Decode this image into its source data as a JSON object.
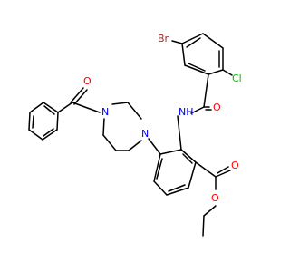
{
  "colors": {
    "bond": "#000000",
    "oxygen": "#ff0000",
    "nitrogen": "#0000ff",
    "chlorine": "#00c000",
    "bromine": "#a52a2a"
  },
  "atom_labels": {
    "br": "Br",
    "cl": "Cl",
    "amide_nh": "NH",
    "amide_o": "O",
    "benzoyl_o": "O",
    "piperazine_n1": "N",
    "piperazine_n4": "N",
    "ester_o_carbonyl": "O",
    "ester_o_ether": "O"
  }
}
